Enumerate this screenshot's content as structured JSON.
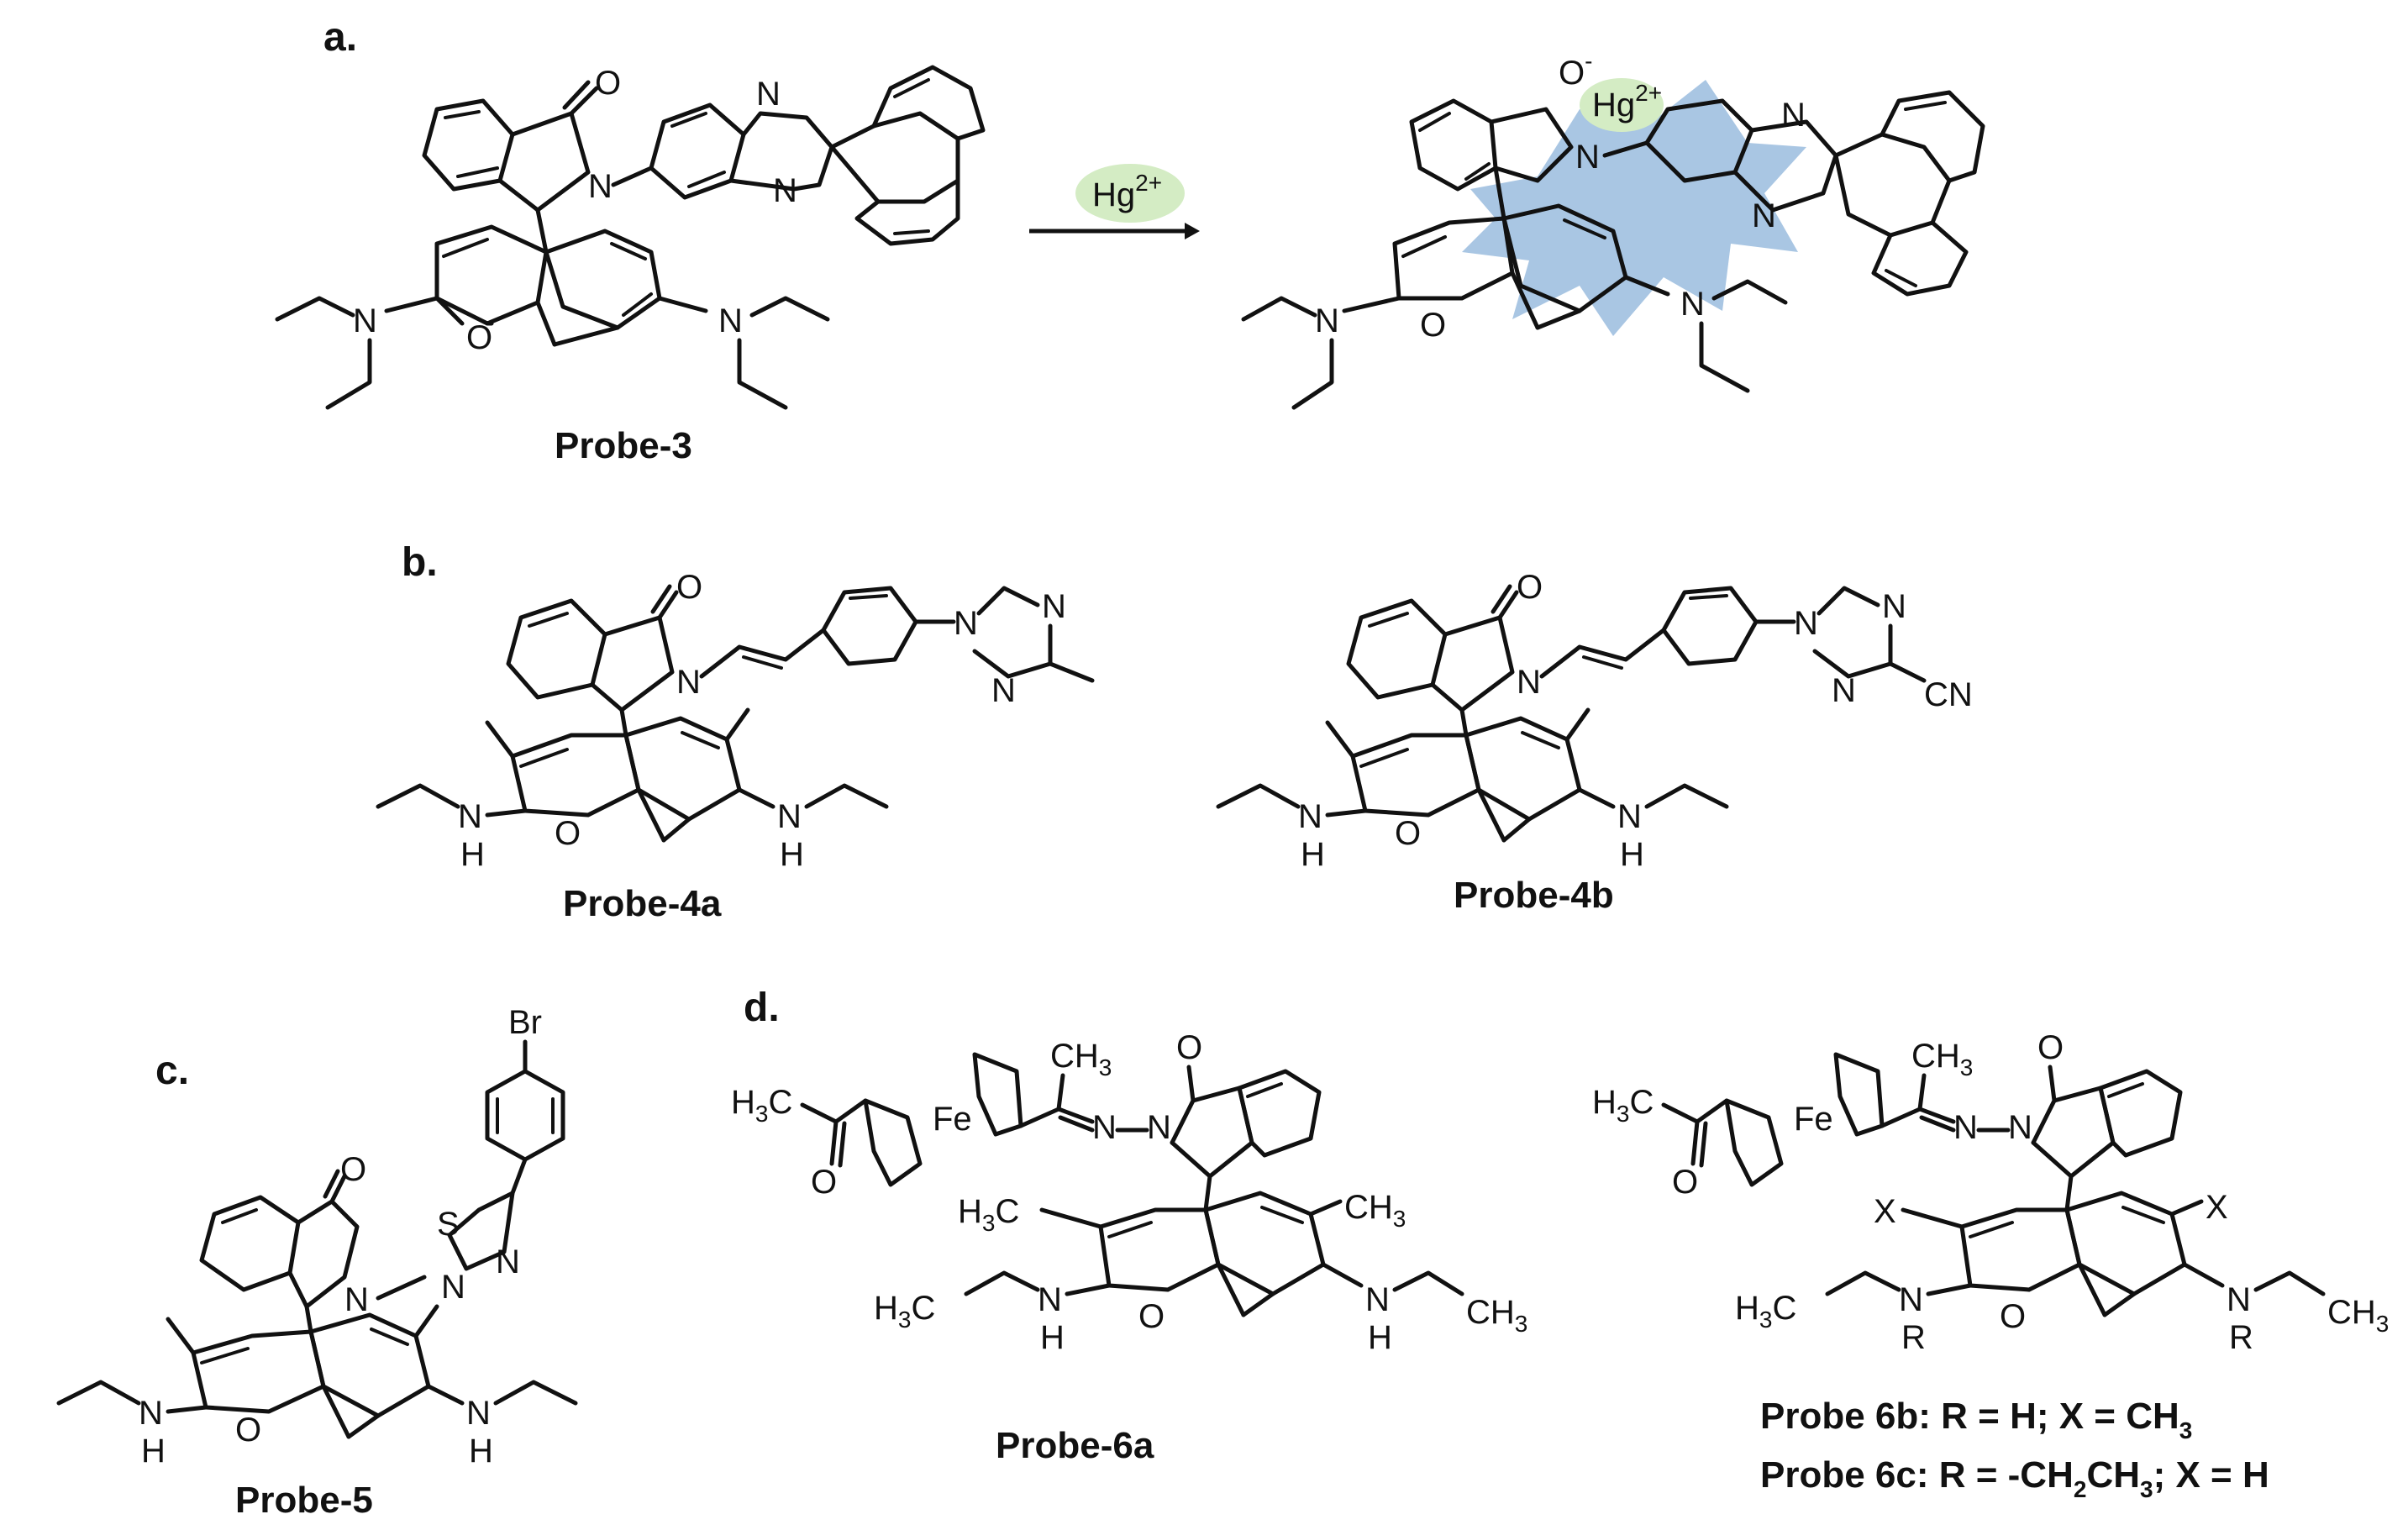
{
  "panels": {
    "a": "a.",
    "b": "b.",
    "c": "c.",
    "d": "d."
  },
  "labels": {
    "probe3": "Probe-3",
    "probe4a": "Probe-4a",
    "probe4b": "Probe-4b",
    "probe5": "Probe-5",
    "probe6a": "Probe-6a",
    "probe6b": "Probe 6b: R = H; X = CH",
    "probe6b_sub": "3",
    "probe6c_pre": "Probe 6c: R = -CH",
    "probe6c_sub1": "2",
    "probe6c_mid": "CH",
    "probe6c_sub2": "3",
    "probe6c_post": "; X = H"
  },
  "reagent": {
    "text": "Hg",
    "charge": "2+"
  },
  "atoms": {
    "O": "O",
    "N": "N",
    "H": "H",
    "S": "S",
    "Br": "Br",
    "Fe": "Fe",
    "X": "X",
    "R": "R",
    "CN": "CN",
    "O_minus": "O",
    "minus": "-",
    "H3C": "H",
    "CH3": "CH",
    "three": "3"
  },
  "colors": {
    "hg_highlight": "#d4ecc4",
    "binding_burst": "#a9c6e3"
  }
}
